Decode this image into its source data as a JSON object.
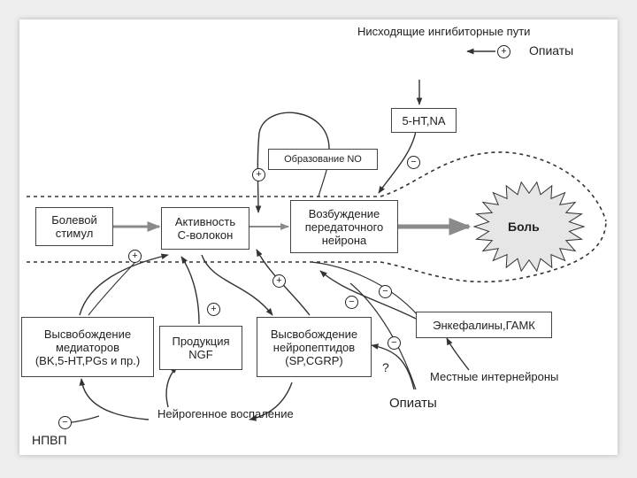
{
  "nodes": {
    "descending_paths": "Нисходящие\nингибиторные\nпути",
    "opiates_top": "Опиаты",
    "ht_na": "5-HT,NA",
    "no_formation": "Образование NO",
    "pain_stimulus": "Болевой\nстимул",
    "c_fiber_activity": "Активность\nС-волокон",
    "neuron_excitation": "Возбуждение\nпередаточного\nнейрона",
    "pain": "Боль",
    "mediator_release": "Высвобождение\nмедиаторов\n(BK,5-HT,PGs и пр.)",
    "ngf_production": "Продукция\nNGF",
    "neuropeptide_release": "Высвобождение\nнейропептидов\n(SP,CGRP)",
    "enkephalins": "Энкефалины,ГАМК",
    "local_interneurons": "Местные интернейроны",
    "question_mark": "?",
    "opiates_bottom": "Опиаты",
    "neurogenic_inflammation": "Нейрогенное\nвоспаление",
    "nsaid": "НПВП"
  },
  "signs": {
    "plus": "+",
    "minus": "−"
  },
  "colors": {
    "line": "#333333",
    "big_arrow": "#8a8a8a",
    "burst_fill": "#e6e6e6"
  }
}
